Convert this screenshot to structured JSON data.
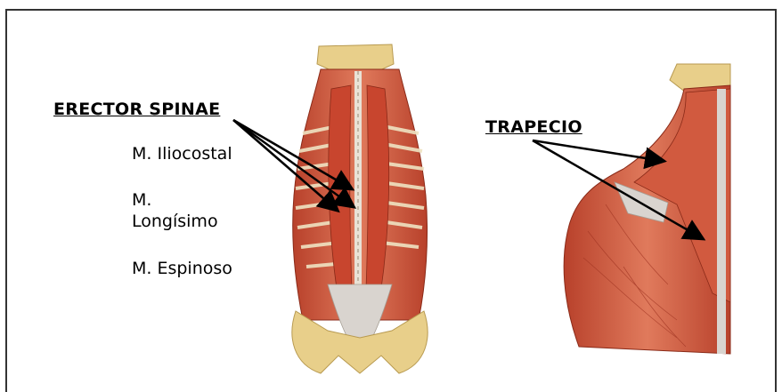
{
  "labels": {
    "erector": "ERECTOR SPINAE",
    "trapecio": "TRAPECIO"
  },
  "items": {
    "iliocostal": "M. Iliocostal",
    "longisimo_line1": "M.",
    "longisimo_line2": "Longísimo",
    "espinoso": "M. Espinoso"
  },
  "colors": {
    "muscle": "#c94a32",
    "muscle_light": "#e07a5c",
    "bone": "#e8cf8a",
    "fascia": "#d9d4cf",
    "border": "#333333"
  }
}
